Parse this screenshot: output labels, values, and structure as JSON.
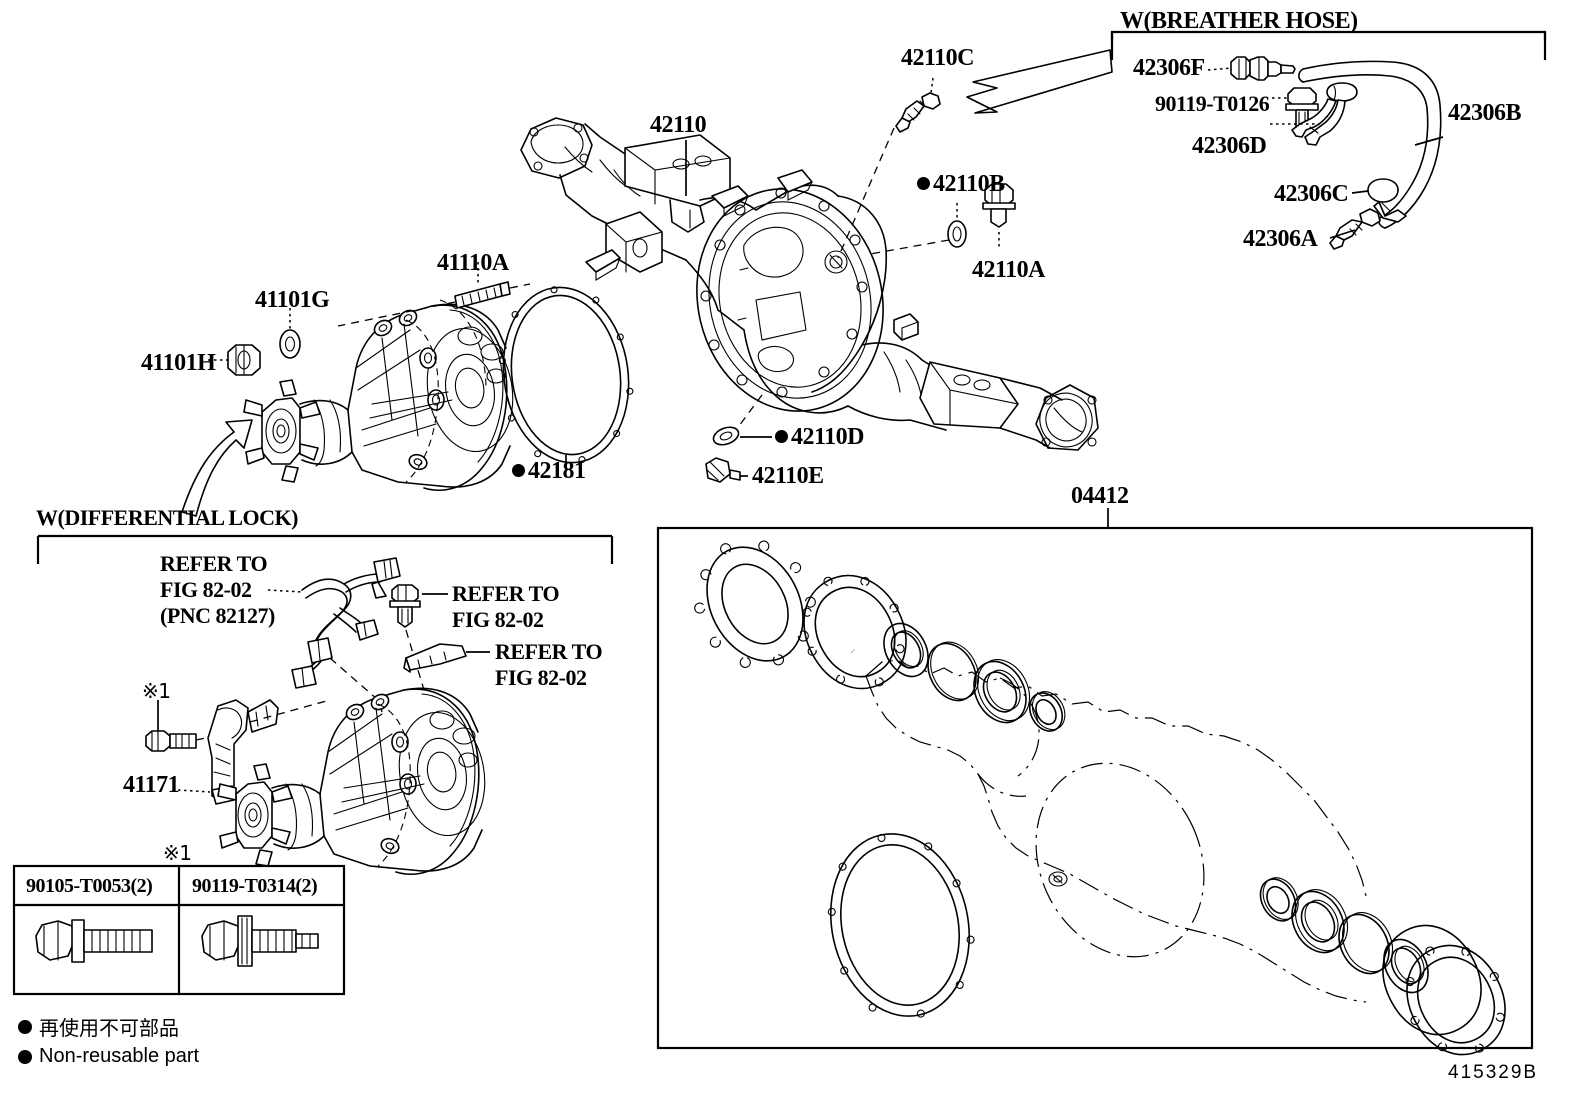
{
  "diagram": {
    "code": "415329B",
    "title_groups": [
      {
        "id": "breather",
        "label": "W(BREATHER HOSE)"
      },
      {
        "id": "difflock",
        "label": "W(DIFFERENTIAL LOCK)"
      }
    ]
  },
  "labels": {
    "axle_housing": "42110",
    "plug_c": "42110C",
    "washer_b": "42110B",
    "bolt_a": "42110A",
    "washer_d": "42110D",
    "plug_e": "42110E",
    "gasket_181": "42181",
    "stud_41110a": "41110A",
    "washer_41101g": "41101G",
    "nut_41101h": "41101H",
    "bracket_41171": "41171",
    "gasket_kit": "04412",
    "hose_42306b": "42306B",
    "clamp_42306c": "42306C",
    "fitting_42306a": "42306A",
    "bracket_42306d": "42306D",
    "fitting_42306f": "42306F",
    "bolt_90119t0126": "90119-T0126"
  },
  "refer_notes": [
    {
      "id": "ref1",
      "line1": "REFER TO",
      "line2": "FIG 82-02",
      "line3": "(PNC 82127)"
    },
    {
      "id": "ref2",
      "line1": "REFER TO",
      "line2": "FIG 82-02",
      "line3": ""
    },
    {
      "id": "ref3",
      "line1": "REFER TO",
      "line2": "FIG 82-02",
      "line3": ""
    }
  ],
  "marks": {
    "note_mark_1": "※1",
    "note_mark_2": "※1"
  },
  "bolt_table": {
    "headers": [
      "90105-T0053(2)",
      "90119-T0314(2)"
    ]
  },
  "legend": {
    "japanese": "再使用不可部品",
    "english": "Non-reusable part"
  },
  "colors": {
    "line": "#000000",
    "background": "#ffffff"
  }
}
